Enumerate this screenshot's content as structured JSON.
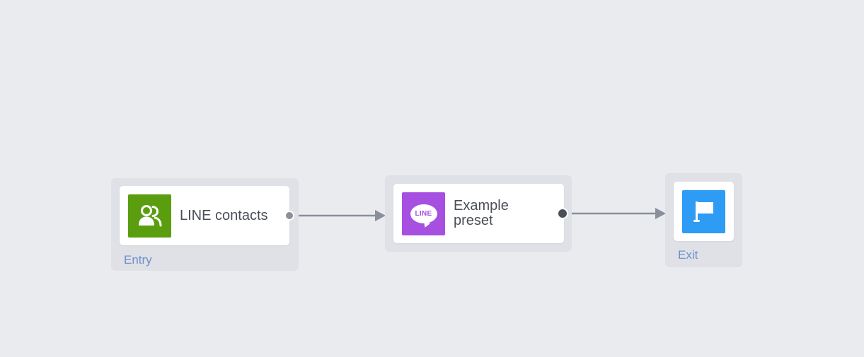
{
  "flow": {
    "entry": {
      "group_label": "Entry",
      "card_title": "LINE contacts",
      "icon": "contacts-icon",
      "icon_color": "#5a9e0f"
    },
    "step": {
      "card_title_line1": "Example",
      "card_title_line2": "preset",
      "icon": "line-message-icon",
      "icon_badge_text": "LINE",
      "icon_color": "#a64fe0"
    },
    "exit": {
      "group_label": "Exit",
      "icon": "flag-icon",
      "icon_color": "#2e9bf5"
    }
  },
  "colors": {
    "canvas": "#eaebee",
    "group": "#dfe1e6",
    "card": "#ffffff",
    "connector": "#8a8f9c",
    "label": "#6f8fcc"
  }
}
